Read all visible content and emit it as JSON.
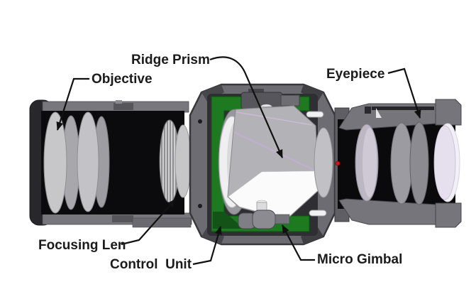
{
  "labels": {
    "ridge_prism": {
      "text": "Ridge Prism"
    },
    "objective": {
      "text": "Objective"
    },
    "eyepiece": {
      "text": "Eyepiece"
    },
    "focusing_len": {
      "text": "Focusing Len"
    },
    "control_unit": {
      "text": "Control  Unit"
    },
    "micro_gimbal": {
      "text": "Micro Gimbal"
    }
  },
  "colors": {
    "background": "#ffffff",
    "label_text": "#1b1b1b",
    "leader_line": "#111111",
    "housing_gray": "#6c6c72",
    "housing_dark": "#38383c",
    "barrel_black": "#0b0b0d",
    "lens_gray": "#c7c7ca",
    "lens_lavender": "#e6dfee",
    "pcb_green": "#1d7a21",
    "prism_gray": "#b3b3b7",
    "prism_white": "#fbfbfc",
    "indicator_red": "#d51414"
  }
}
